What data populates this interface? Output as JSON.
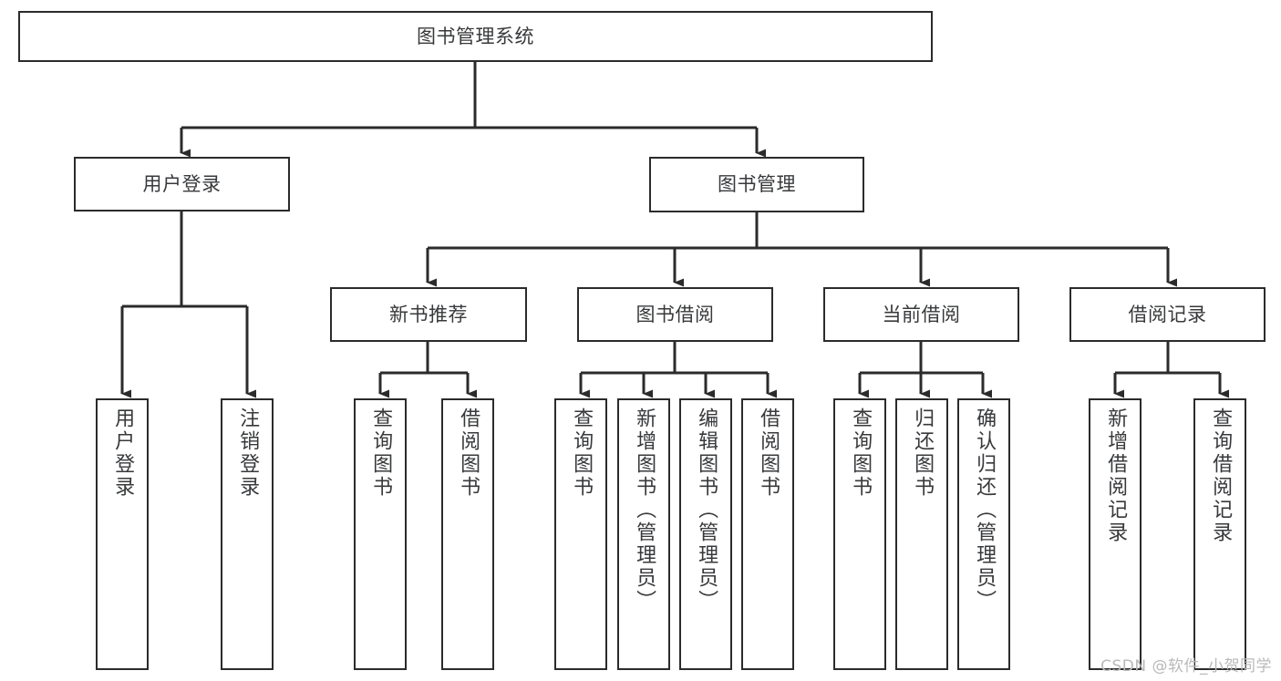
{
  "diagram": {
    "type": "tree-hierarchy",
    "title": "图书管理系统",
    "orientation": "top-down",
    "colors": {
      "box_border": "#2b2b2b",
      "box_fill": "#ffffff",
      "text": "#38393b",
      "connector": "#2b2b2b",
      "watermark": "#b9b9b9",
      "background": "#ffffff"
    },
    "nodes": {
      "root": {
        "label": "图书管理系统"
      },
      "level1": [
        {
          "id": "user-login",
          "label": "用户登录"
        },
        {
          "id": "book-management",
          "label": "图书管理"
        }
      ],
      "level2": [
        {
          "id": "new-book-recommend",
          "label": "新书推荐"
        },
        {
          "id": "book-borrow",
          "label": "图书借阅"
        },
        {
          "id": "current-borrow",
          "label": "当前借阅"
        },
        {
          "id": "borrow-record",
          "label": "借阅记录"
        }
      ],
      "leaves": {
        "user-login": [
          {
            "id": "leaf-user-login",
            "label": "用户登录"
          },
          {
            "id": "leaf-logout-login",
            "label": "注销登录"
          }
        ],
        "new-book-recommend": [
          {
            "id": "leaf-query-book-1",
            "label": "查询图书"
          },
          {
            "id": "leaf-borrow-book-1",
            "label": "借阅图书"
          }
        ],
        "book-borrow": [
          {
            "id": "leaf-query-book-2",
            "label": "查询图书"
          },
          {
            "id": "leaf-add-book",
            "label": "新增图书（管理员）"
          },
          {
            "id": "leaf-edit-book",
            "label": "编辑图书（管理员）"
          },
          {
            "id": "leaf-borrow-book-2",
            "label": "借阅图书"
          }
        ],
        "current-borrow": [
          {
            "id": "leaf-query-book-3",
            "label": "查询图书"
          },
          {
            "id": "leaf-return-book",
            "label": "归还图书"
          },
          {
            "id": "leaf-confirm-return",
            "label": "确认归还（管理员）"
          }
        ],
        "borrow-record": [
          {
            "id": "leaf-add-record",
            "label": "新增借阅记录"
          },
          {
            "id": "leaf-query-record",
            "label": "查询借阅记录"
          }
        ]
      }
    },
    "watermark": "CSDN @软件_小贺同学"
  }
}
